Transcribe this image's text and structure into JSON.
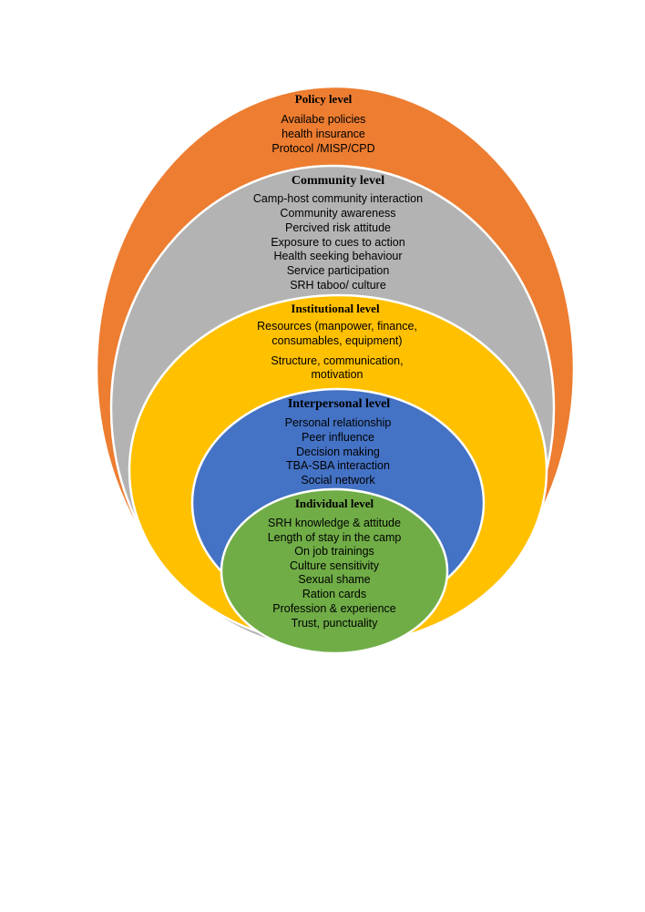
{
  "colors": {
    "policy": "#ED7D31",
    "community": "#B3B3B3",
    "institutional": "#FFC000",
    "interpersonal": "#4472C4",
    "individual": "#70AD47",
    "ring_outline": "#ffffff"
  },
  "levels": {
    "policy": {
      "title": "Policy level",
      "items": [
        "Availabe policies",
        "health insurance",
        "Protocol /MISP/CPD"
      ]
    },
    "community": {
      "title": "Community level",
      "items": [
        "Camp-host community interaction",
        "Community awareness",
        "Percived risk attitude",
        "Exposure to cues to action",
        "Health seeking behaviour",
        "Service participation",
        "SRH taboo/ culture"
      ]
    },
    "institutional": {
      "title": "Institutional level",
      "items": [
        "Resources (manpower, finance,",
        "consumables, equipment)",
        "Structure, communication,",
        "motivation"
      ]
    },
    "interpersonal": {
      "title": "Interpersonal level",
      "items": [
        "Personal relationship",
        "Peer influence",
        "Decision making",
        "TBA-SBA interaction",
        "Social network"
      ]
    },
    "individual": {
      "title": "Individual level",
      "items": [
        "SRH knowledge & attitude",
        "Length of stay in the camp",
        "On job trainings",
        "Culture sensitivity",
        "Sexual shame",
        "Ration cards",
        "Profession & experience",
        "Trust, punctuality"
      ]
    }
  }
}
